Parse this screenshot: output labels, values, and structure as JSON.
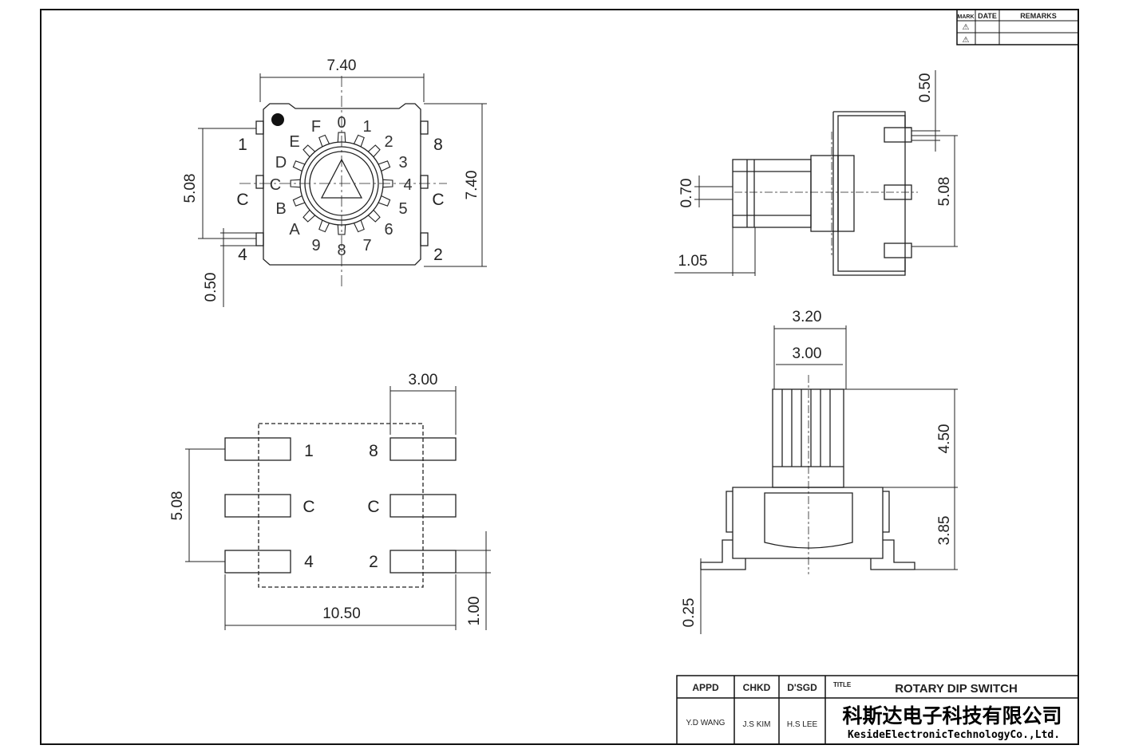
{
  "revision_table": {
    "headers": [
      "MARK",
      "DATE",
      "REMARKS"
    ],
    "marks": [
      "⚠",
      "⚠"
    ]
  },
  "top_view": {
    "width_label": "7.40",
    "height_label": "7.40",
    "pitch_label": "5.08",
    "pin_width_label": "0.50",
    "pin_labels": [
      "1",
      "C",
      "4",
      "8",
      "C",
      "2"
    ],
    "dial_positions": [
      "0",
      "1",
      "2",
      "3",
      "4",
      "5",
      "6",
      "7",
      "8",
      "9",
      "A",
      "B",
      "C",
      "D",
      "E",
      "F"
    ]
  },
  "side_view": {
    "top_pin_label": "0.50",
    "pitch_label": "5.08",
    "shaft_label": "0.70",
    "offset_label": "1.05"
  },
  "footprint": {
    "pad_width_label": "3.00",
    "pitch_label": "5.08",
    "overall_label": "10.50",
    "pad_height_label": "1.00",
    "pin_labels": [
      "1",
      "C",
      "4",
      "8",
      "C",
      "2"
    ]
  },
  "front_view": {
    "outer_knob_label": "3.20",
    "inner_knob_label": "3.00",
    "knob_height_label": "4.50",
    "body_height_label": "3.85",
    "lead_label": "0.25"
  },
  "title_block": {
    "appd_header": "APPD",
    "chkd_header": "CHKD",
    "dsgd_header": "D'SGD",
    "title_header": "TITLE",
    "title": "ROTARY DIP SWITCH",
    "appd_name": "Y.D WANG",
    "chkd_name": "J.S KIM",
    "dsgd_name": "H.S LEE",
    "company_cn": "科斯达电子科技有限公司",
    "company_en": "KesideElectronicTechnologyCo.,Ltd."
  }
}
